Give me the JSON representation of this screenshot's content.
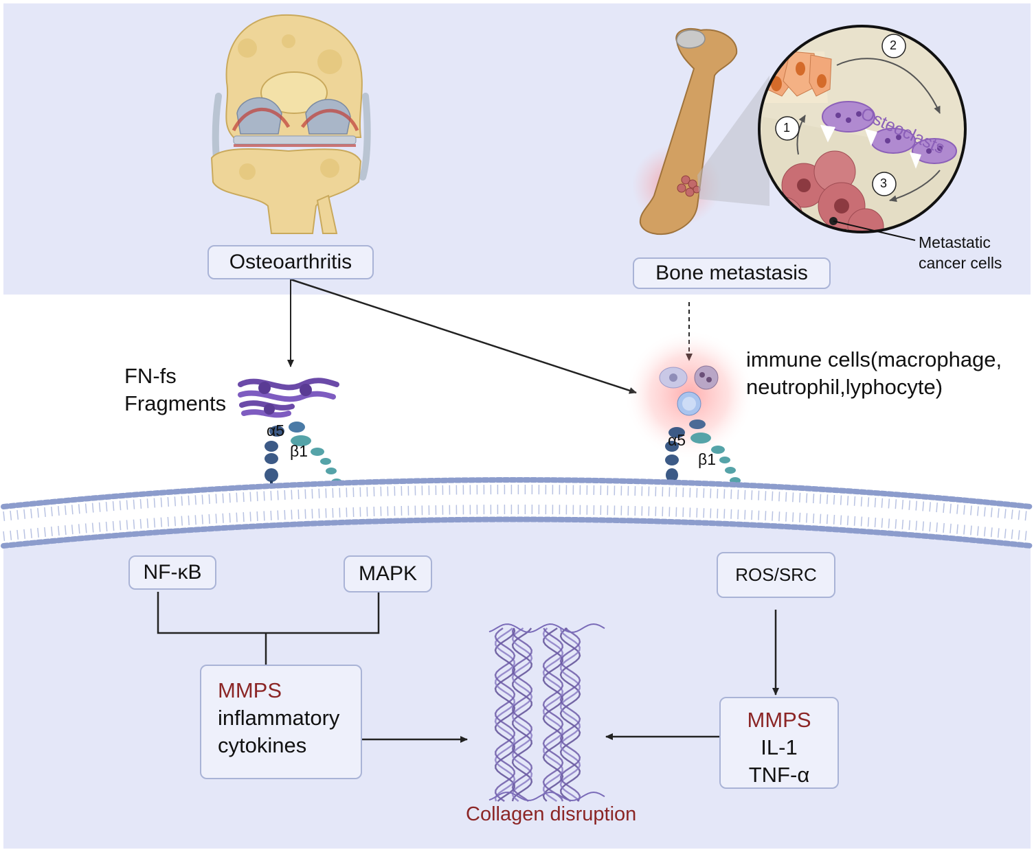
{
  "top": {
    "osteoarthritis_label": "Osteoarthritis",
    "bone_metastasis_label": "Bone metastasis",
    "osteoclasts_label": "Osteoclasts",
    "metastatic_line1": "Metastatic",
    "metastatic_line2": "cancer cells",
    "step_1": "1",
    "step_2": "2",
    "step_3": "3"
  },
  "middle": {
    "fnfs_line1": "FN-fs",
    "fnfs_line2": "Fragments",
    "immune_line1": "immune cells(macrophage,",
    "immune_line2": "neutrophil,lyphocyte)",
    "alpha5_left": "α5",
    "beta1_left": "β1",
    "alpha5_right": "α5",
    "beta1_right": "β1"
  },
  "bottom": {
    "nfkb": "NF-κB",
    "mapk": "MAPK",
    "ros_src": "ROS/SRC",
    "left_box": {
      "line1": "MMPS",
      "line2": "inflammatory",
      "line3": "cytokines"
    },
    "right_box": {
      "line1": "MMPS",
      "line2": "IL-1",
      "line3": "TNF-α"
    },
    "collagen_label": "Collagen disruption"
  },
  "colors": {
    "panel_bg": "#e4e7f8",
    "box_border": "#a9b3d6",
    "highlight_red": "#8b2525",
    "osteoclast_purple": "#8b5fb8",
    "membrane_blue": "#8c9ccc"
  }
}
